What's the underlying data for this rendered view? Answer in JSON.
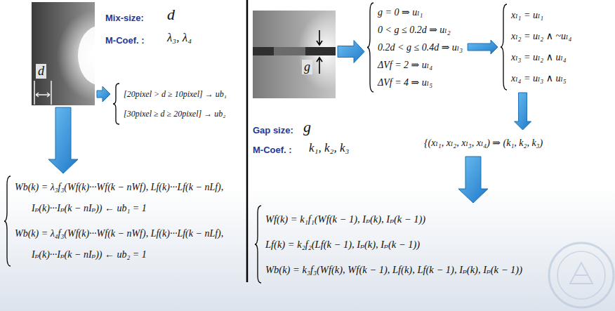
{
  "diagram": {
    "nodes": [
      {
        "text": [
          "d"
        ]
      },
      {
        "text": [
          "[20pixel > d ≥ 10pixel] → ub₁",
          "[30pixel ≥ d ≥ 20pixel] → ub₂"
        ]
      },
      {
        "text": [
          "Wb(k) = λ₃f₃(Wf(k)···Wf(k − nWf), Lf(k)···Lf(k − nLf), Iₚ(k)···Iₚ(k − nIₚ)) ← ub₁ = 1",
          "Wb(k) = λ₄f₃(Wf(k)···Wf(k − nWf), Lf(k)···Lf(k − nLf), Iₚ(k)···Iₚ(k − nIₚ)) ← ub₂ = 1"
        ]
      },
      {
        "text": [
          "g"
        ]
      },
      {
        "text": [
          "g = 0 ⇒ uₗ₁",
          "0 < g ≤ 0.2d ⇒ uₗ₂",
          "0.2d < g ≤ 0.4d ⇒ uₗ₃",
          "ΔVf = 2 ⇒ uₗ₄",
          "ΔVf = 4 ⇒ uₗ₅"
        ]
      },
      {
        "text": [
          "xₗ₁ = uₗ₁",
          "xₗ₂ = uₗ₂ ∧ ~uₗ₄",
          "xₗ₃ = uₗ₂ ∧ uₗ₄",
          "xₗ₄ = uₗ₃ ∧ uₗ₅"
        ]
      },
      {
        "text": [
          "{(xₗ₁, xₗ₂, xₗ₃, xₗ₄) ⇒ (k₁, k₂, k₃)"
        ]
      },
      {
        "text": [
          "Wf(k) = k₁f₁(Wf(k − 1), Iₚ(k), Iₚ(k − 1))",
          "Lf(k) = k₂f₂(Lf(k − 1), Iₚ(k), Iₚ(k − 1))",
          "Wb(k) = k₃f₃(Wf(k), Wf(k − 1), Lf(k), Lf(k − 1), Iₚ(k), Iₚ(k − 1))"
        ]
      }
    ],
    "edges": [
      {
        "from": 0,
        "to": 1,
        "arrow": "to"
      },
      {
        "from": 0,
        "to": 2,
        "arrow": "to"
      },
      {
        "from": 3,
        "to": 4,
        "arrow": "to"
      },
      {
        "from": 4,
        "to": 5,
        "arrow": "to"
      },
      {
        "from": 5,
        "to": 6,
        "arrow": "to"
      },
      {
        "from": 6,
        "to": 7,
        "arrow": "to"
      }
    ],
    "labels": [
      "Mix-size:",
      "d",
      "M-Coef. :",
      "λ₃, λ₄",
      "Gap size:",
      "g",
      "M-Coef. :",
      "k₁, k₂, k₃"
    ]
  }
}
